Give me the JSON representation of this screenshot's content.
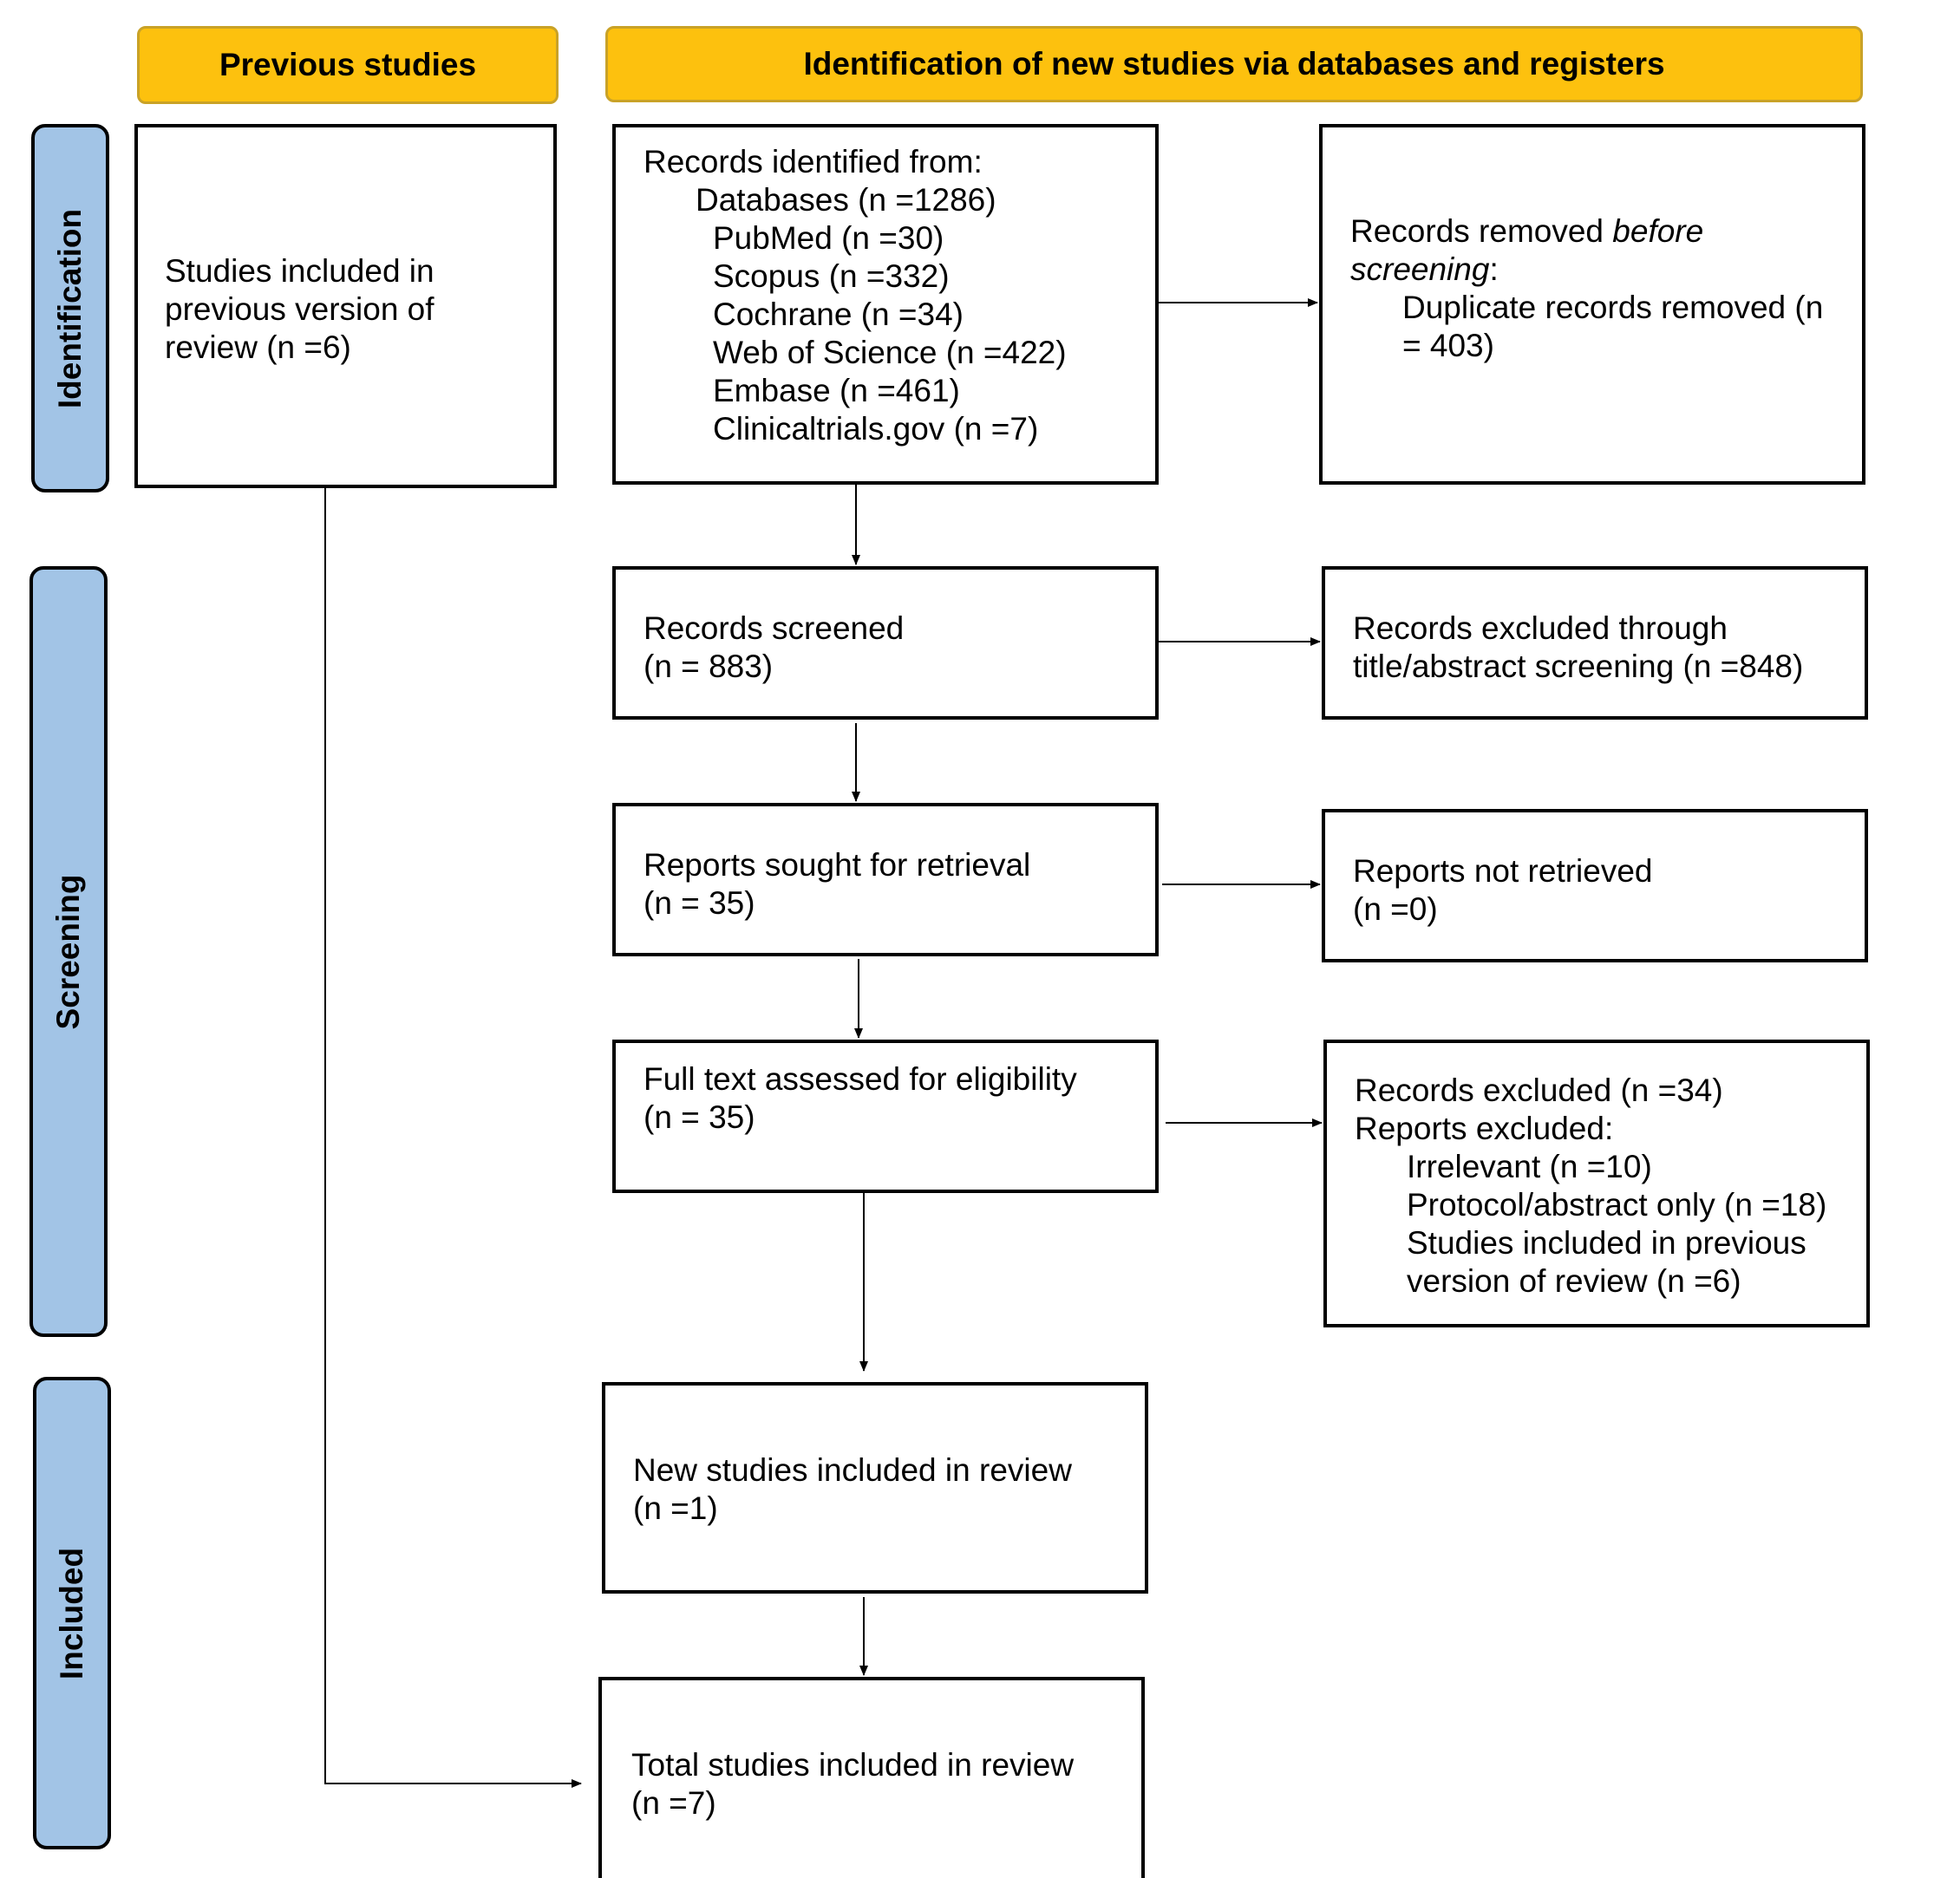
{
  "headers": {
    "previous": "Previous studies",
    "new": "Identification of new studies via databases and registers"
  },
  "phases": {
    "identification": "Identification",
    "screening": "Screening",
    "included": "Included"
  },
  "previous_box": {
    "text": "Studies included in previous version of review (n =6)"
  },
  "records_identified": {
    "heading": "Records identified from:",
    "databases": "Databases (n =1286)",
    "sources": [
      "PubMed (n =30)",
      "Scopus (n =332)",
      "Cochrane (n =34)",
      "Web of Science (n =422)",
      "Embase (n =461)",
      "Clinicaltrials.gov (n =7)"
    ]
  },
  "records_removed": {
    "prefix": "Records removed ",
    "italic": "before screening",
    "suffix": ":",
    "detail": "Duplicate records removed (n = 403)"
  },
  "records_screened": {
    "line1": "Records screened",
    "line2": "(n = 883)"
  },
  "records_excluded_screening": {
    "line1": "Records excluded through",
    "line2": "title/abstract screening (n =848)"
  },
  "reports_sought": {
    "line1": "Reports sought for retrieval",
    "line2": "(n = 35)"
  },
  "reports_not_retrieved": {
    "line1": "Reports not retrieved",
    "line2": "(n =0)"
  },
  "full_text": {
    "line1": "Full text assessed for eligibility",
    "line2": "(n = 35)"
  },
  "excluded_full": {
    "records": "Records excluded (n =34)",
    "reports_heading": "Reports excluded:",
    "reasons": [
      "Irrelevant (n =10)",
      "Protocol/abstract only (n =18)",
      "Studies included in previous",
      "version of review (n =6)"
    ]
  },
  "new_included": {
    "line1": "New studies included in review",
    "line2": "(n =1)"
  },
  "total_included": {
    "line1": "Total studies included in review",
    "line2": "(n =7)"
  }
}
